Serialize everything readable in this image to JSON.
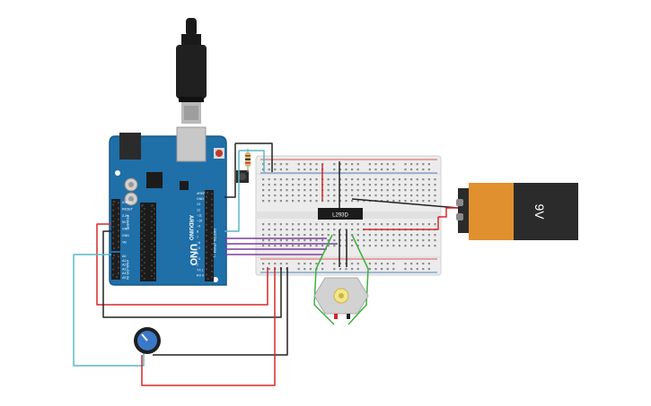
{
  "arduino": {
    "brand": "ARDUINO",
    "model": "UNO",
    "header_labels": [
      "AREF",
      "GND",
      "13",
      "12",
      "~11",
      "~10",
      "~9",
      "8",
      "7",
      "~6",
      "~5",
      "4",
      "~3",
      "2",
      "TX 1",
      "RX 0"
    ],
    "digital_label": "DIGITAL (PWM ~)",
    "power_label": "POWER",
    "power_pins": [
      "IOREF",
      "RESET",
      "3.3V",
      "5V",
      "GND",
      "GND",
      "Vin"
    ],
    "analog_label": "ANALOG IN",
    "analog_pins": [
      "A0",
      "A1",
      "A2",
      "A3",
      "A4",
      "A5"
    ]
  },
  "motor_driver": {
    "label": "L293D"
  },
  "battery": {
    "label": "9V"
  },
  "colors": {
    "board": "#1f6fa8",
    "board_edge": "#185a8a",
    "wire_red": "#d62828",
    "wire_black": "#222222",
    "wire_purple": "#7b3fa0",
    "wire_teal": "#5bb7c6",
    "wire_green": "#3fae3f",
    "battery_orange": "#e0902f",
    "battery_dark": "#2b2b2b"
  }
}
